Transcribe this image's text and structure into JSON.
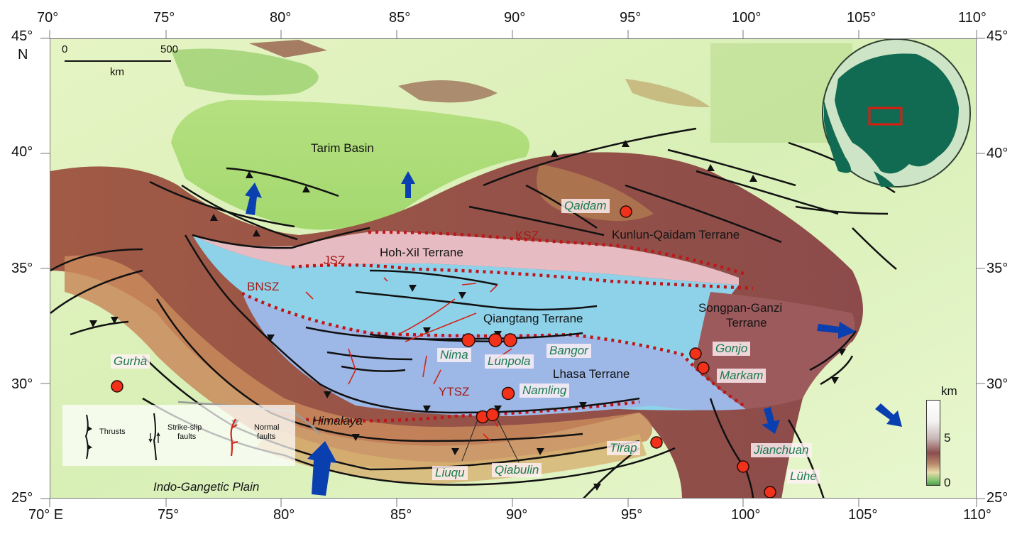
{
  "map": {
    "title": "Tibetan Plateau tectonic map",
    "axes": {
      "top_lon_labels": [
        "70°",
        "75°",
        "80°",
        "85°",
        "90°",
        "95°",
        "100°",
        "105°",
        "110°"
      ],
      "bottom_lon_labels": [
        "70° E",
        "75°",
        "80°",
        "85°",
        "90°",
        "95°",
        "100°",
        "105°",
        "110°"
      ],
      "left_lat_labels": [
        "45°",
        "40°",
        "35°",
        "30°",
        "25°"
      ],
      "right_lat_labels": [
        "45°",
        "40°",
        "35°",
        "30°",
        "25°"
      ],
      "north_label": "N",
      "lon_range": [
        70,
        110
      ],
      "lat_range": [
        25,
        45
      ]
    },
    "scale_bar": {
      "start": "0",
      "end": "500",
      "unit": "km"
    },
    "colorbar": {
      "unit": "km",
      "ticks": [
        "5",
        "0"
      ],
      "max_label": "",
      "colors": [
        "#ffffff",
        "#8c4e4e",
        "#e8dcaa",
        "#4f9a4a"
      ]
    },
    "regions": {
      "tarim": "Tarim Basin",
      "kunlun": "Kunlun-Qaidam Terrane",
      "hohxil": "Hoh-Xil Terrane",
      "qiangtang": "Qiangtang Terrane",
      "songpan_line1": "Songpan-Ganzi",
      "songpan_line2": "Terrane",
      "lhasa": "Lhasa Terrane",
      "himalaya": "Himalaya",
      "indo": "Indo-Gangetic Plain"
    },
    "sutures": {
      "ksz": "KSZ",
      "jsz": "JSZ",
      "bnsz": "BNSZ",
      "ytsz": "YTSZ"
    },
    "sites": [
      {
        "name": "Qaidam",
        "lon": 95.0,
        "lat": 37.5
      },
      {
        "name": "Gurha",
        "lon": 72.8,
        "lat": 30.0
      },
      {
        "name": "Nima",
        "lon": 88.0,
        "lat": 32.0
      },
      {
        "name": "Lunpola",
        "lon": 89.1,
        "lat": 32.0
      },
      {
        "name": "Bangor",
        "lon": 89.8,
        "lat": 32.0
      },
      {
        "name": "Namling",
        "lon": 89.8,
        "lat": 29.7
      },
      {
        "name": "Liuqu",
        "lon": 88.6,
        "lat": 28.7
      },
      {
        "name": "Qiabulin",
        "lon": 89.1,
        "lat": 28.8
      },
      {
        "name": "Gonjo",
        "lon": 97.8,
        "lat": 31.3
      },
      {
        "name": "Markam",
        "lon": 98.2,
        "lat": 30.8
      },
      {
        "name": "Tirap",
        "lon": 96.2,
        "lat": 27.6
      },
      {
        "name": "Jianchuan",
        "lon": 100.0,
        "lat": 26.5
      },
      {
        "name": "Lühe",
        "lon": 101.1,
        "lat": 25.4
      }
    ],
    "legend": {
      "thrusts": "Thrusts",
      "strike_slip_line1": "Strike-slip",
      "strike_slip_line2": "faults",
      "normal_line1": "Normal",
      "normal_line2": "faults"
    },
    "colors": {
      "terrane_blue": "#8fd0ea",
      "lhasa_blue": "#9bb5e6",
      "hohxil_pink": "#e9bcc6",
      "suture_red": "#c0161a",
      "site_fill": "#f2311b",
      "arrow_blue": "#0a3fb0",
      "site_text": "#1b7a4e",
      "globe_land": "#116b52",
      "globe_sea": "#cde5c6"
    }
  }
}
